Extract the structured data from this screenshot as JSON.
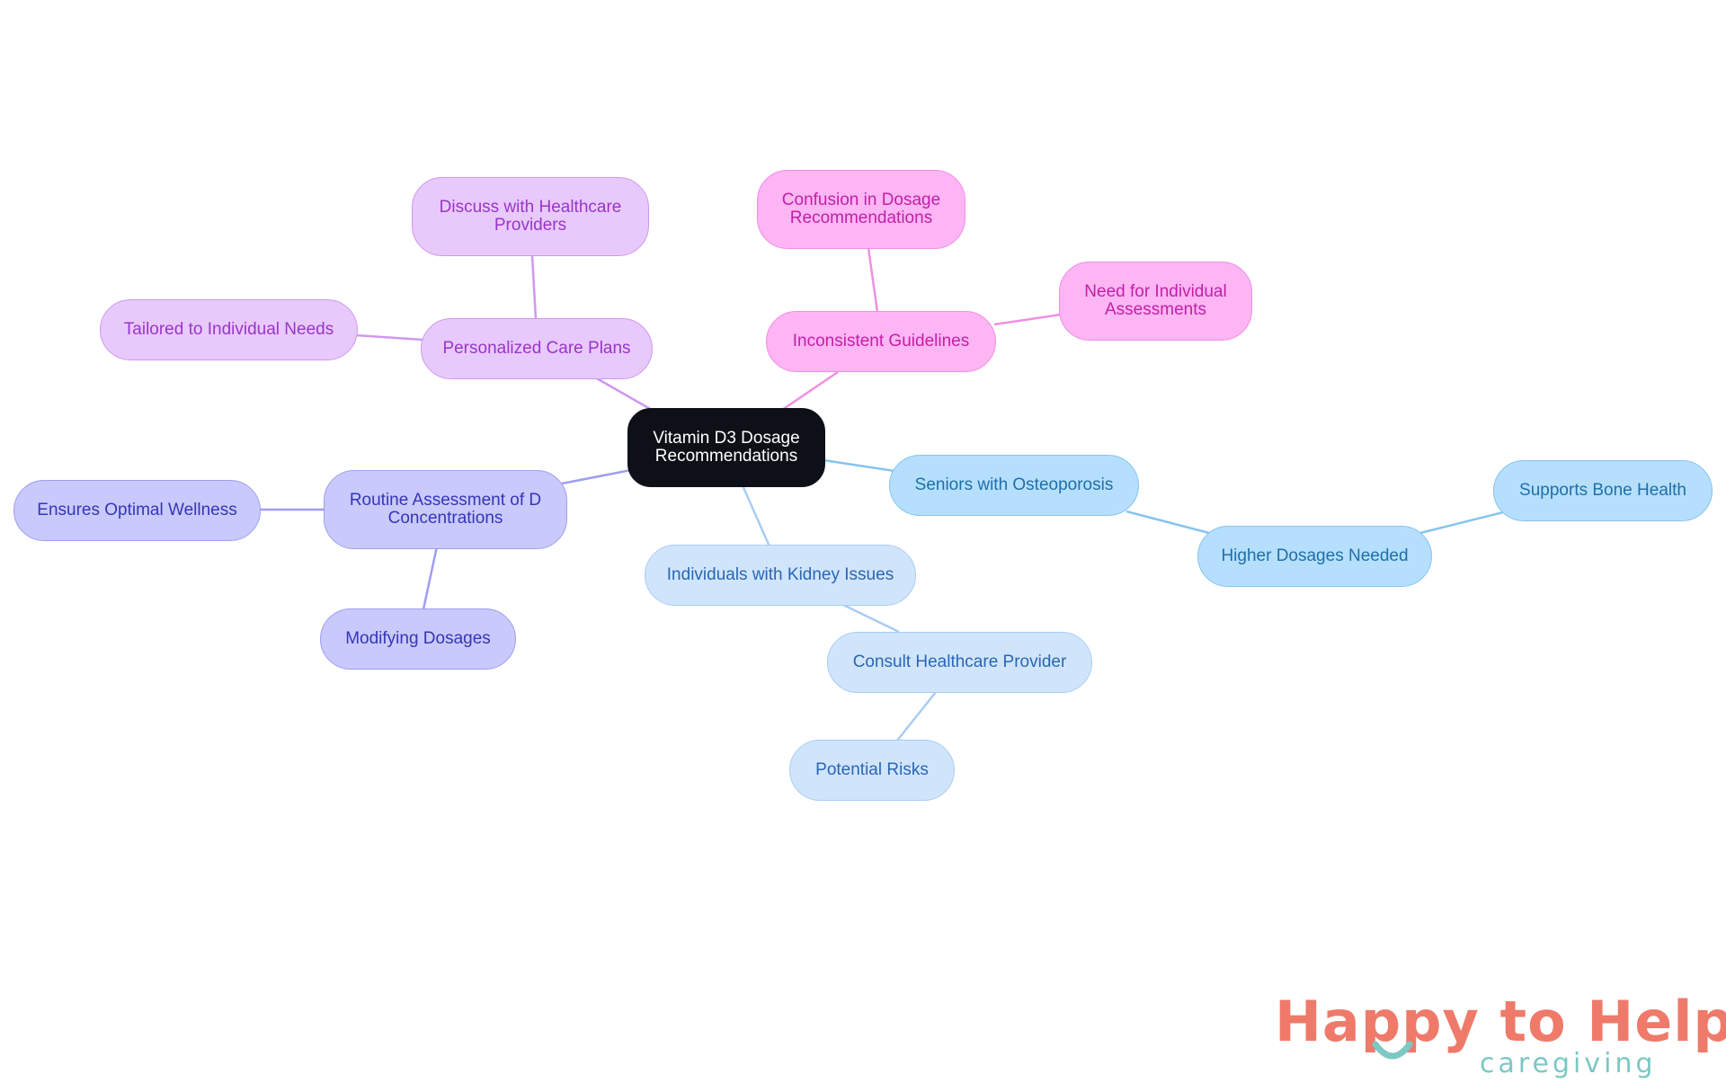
{
  "diagram": {
    "root": {
      "label": "Vitamin D3 Dosage\nRecommendations"
    },
    "branches": [
      {
        "id": "personalized",
        "label": "Personalized Care Plans",
        "color": "purple",
        "children": [
          {
            "id": "discuss",
            "label": "Discuss with Healthcare\nProviders"
          },
          {
            "id": "tailored",
            "label": "Tailored to Individual Needs"
          }
        ]
      },
      {
        "id": "inconsistent",
        "label": "Inconsistent Guidelines",
        "color": "pink",
        "children": [
          {
            "id": "confusion",
            "label": "Confusion in Dosage\nRecommendations"
          },
          {
            "id": "need",
            "label": "Need for Individual\nAssessments"
          }
        ]
      },
      {
        "id": "routine",
        "label": "Routine Assessment of D\nConcentrations",
        "color": "indigo",
        "children": [
          {
            "id": "ensures",
            "label": "Ensures Optimal Wellness"
          },
          {
            "id": "modifying",
            "label": "Modifying Dosages"
          }
        ]
      },
      {
        "id": "kidney",
        "label": "Individuals with Kidney Issues",
        "color": "lightblue",
        "children": [
          {
            "id": "consult",
            "label": "Consult Healthcare Provider",
            "children": [
              {
                "id": "risks",
                "label": "Potential Risks"
              }
            ]
          }
        ]
      },
      {
        "id": "seniors",
        "label": "Seniors with Osteoporosis",
        "color": "skyblue",
        "children": [
          {
            "id": "higher",
            "label": "Higher Dosages Needed",
            "children": [
              {
                "id": "supports",
                "label": "Supports Bone Health"
              }
            ]
          }
        ]
      }
    ]
  },
  "logo": {
    "main": "Happy to Help",
    "sub": "caregiving"
  },
  "colors": {
    "root_fill": "#0d1117",
    "purple": "#cf98f0",
    "pink": "#f08fe4",
    "indigo": "#9e9ef0",
    "lightblue": "#a9cdf3",
    "skyblue": "#86c4ef",
    "logo_main": "#ef7a6a",
    "logo_sub": "#7cc8c4"
  }
}
